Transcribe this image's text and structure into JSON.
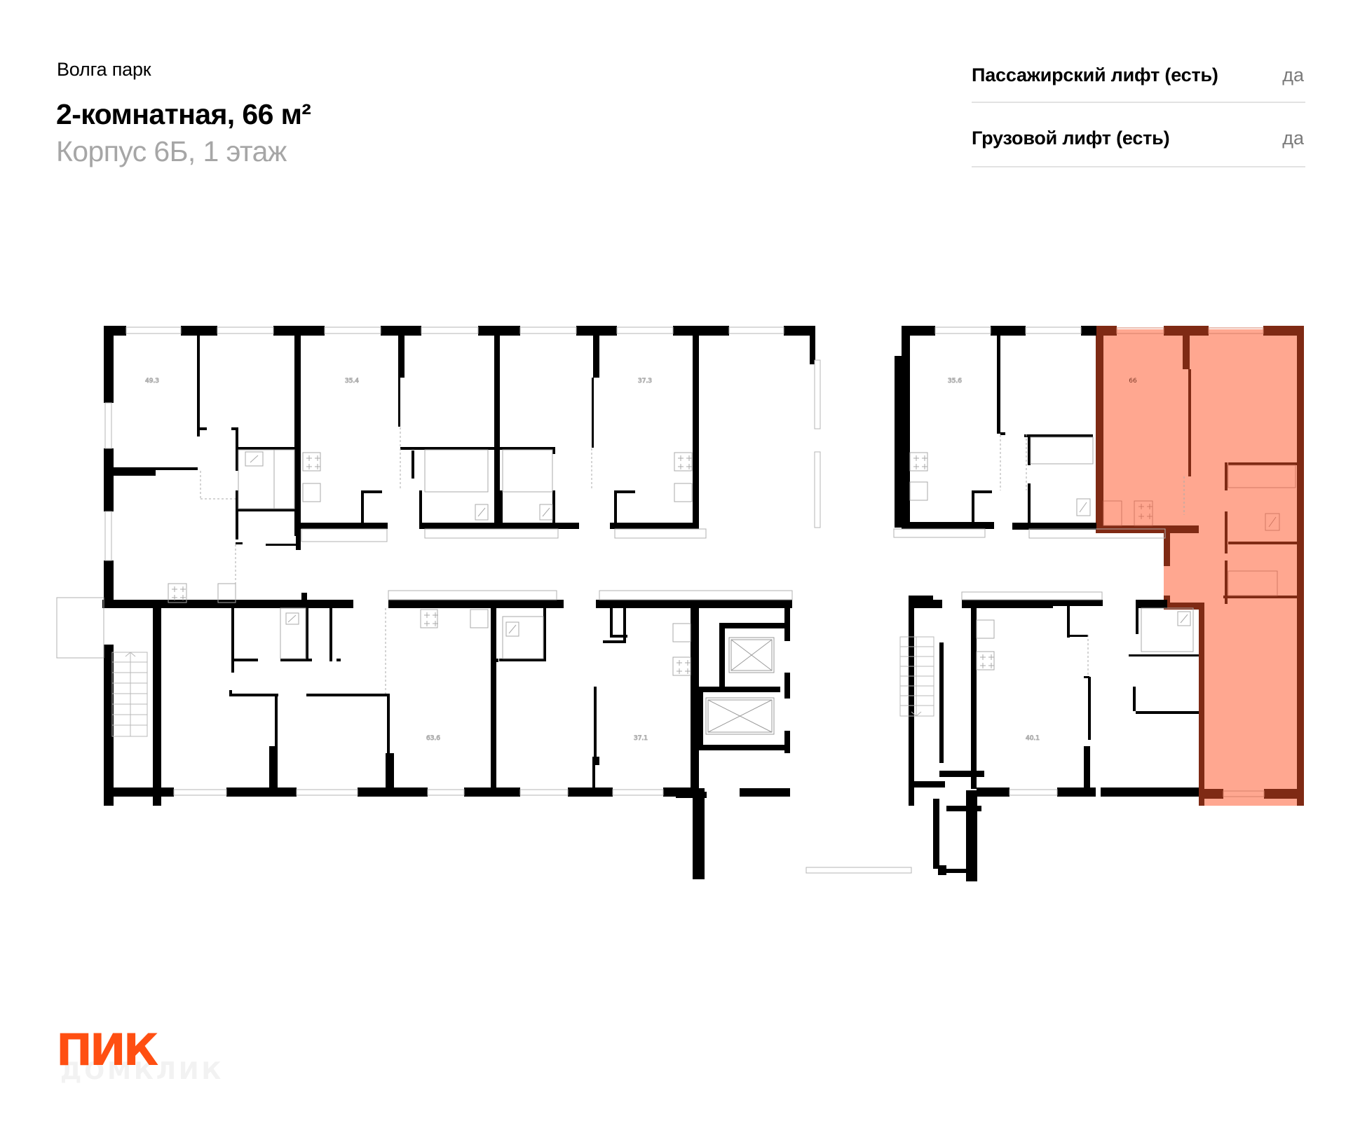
{
  "header": {
    "project_name": "Волга парк",
    "title": "2-комнатная, 66 м²",
    "subtitle": "Корпус 6Б, 1 этаж"
  },
  "features": [
    {
      "label": "Пассажирский лифт (есть)",
      "value": "да"
    },
    {
      "label": "Грузовой лифт (есть)",
      "value": "да"
    }
  ],
  "floor_plan": {
    "highlight_color": "#FFA790",
    "highlight_wall_color": "#7F2A14",
    "wall_color": "#000000",
    "selected_apartment": {
      "area": "66"
    },
    "apartments": [
      {
        "id": "apt-49-3",
        "area": "49.3"
      },
      {
        "id": "apt-35-4",
        "area": "35.4"
      },
      {
        "id": "apt-37-3",
        "area": "37.3"
      },
      {
        "id": "apt-35-6",
        "area": "35.6"
      },
      {
        "id": "apt-66",
        "area": "66"
      },
      {
        "id": "apt-63-6",
        "area": "63.6"
      },
      {
        "id": "apt-37-1",
        "area": "37.1"
      },
      {
        "id": "apt-40-1",
        "area": "40.1"
      }
    ]
  },
  "branding": {
    "logo_text": "ПИК",
    "logo_color": "#FF4F12",
    "watermark_text": "ДОМКЛИК"
  }
}
